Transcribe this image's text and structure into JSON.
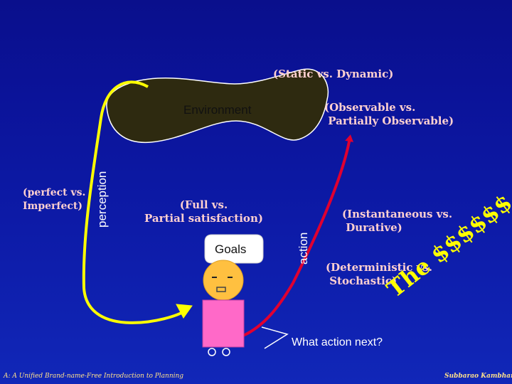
{
  "labels": {
    "environment": "Environment",
    "goals": "Goals",
    "perception": "perception",
    "action": "action",
    "what_next": "What action next?",
    "static_dynamic": "(Static vs. Dynamic)",
    "observable": "(Observable vs.\n Partially Observable)",
    "perfect": "(perfect vs.\nImperfect)",
    "full": "(Full vs.\nPartial satisfaction)",
    "instantaneous": "(Instantaneous vs.\n Durative)",
    "deterministic": "(Deterministic vs.\n Stochastic)",
    "question": "The $$$$$$ Question"
  },
  "footer": {
    "left": "A: A Unified Brand-name-Free Introduction to Planning",
    "right": "Subbarao Kambhampati"
  },
  "colors": {
    "background": "#0b1399",
    "environment_blob": "#2e2a10",
    "perception_arrow": "#ffff00",
    "action_arrow": "#e00030",
    "agent_face": "#ffc040",
    "agent_body": "#ff69c8",
    "label_text": "#ffd0d0",
    "question_text": "#ffff00"
  }
}
